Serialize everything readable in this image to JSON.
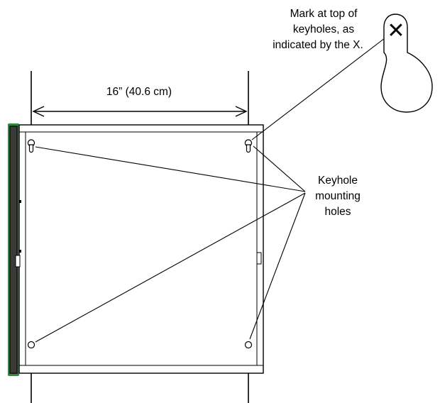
{
  "dimension_label": "16” (40.6 cm)",
  "mark_note": [
    "Mark at top of",
    "keyholes, as",
    "indicated by the X."
  ],
  "keyhole_label": [
    "Keyhole",
    "mounting",
    "holes"
  ],
  "x_mark": "✕",
  "colors": {
    "line": "#000000",
    "bezel_green": "#2e8b3d",
    "panel": "#ffffff"
  }
}
